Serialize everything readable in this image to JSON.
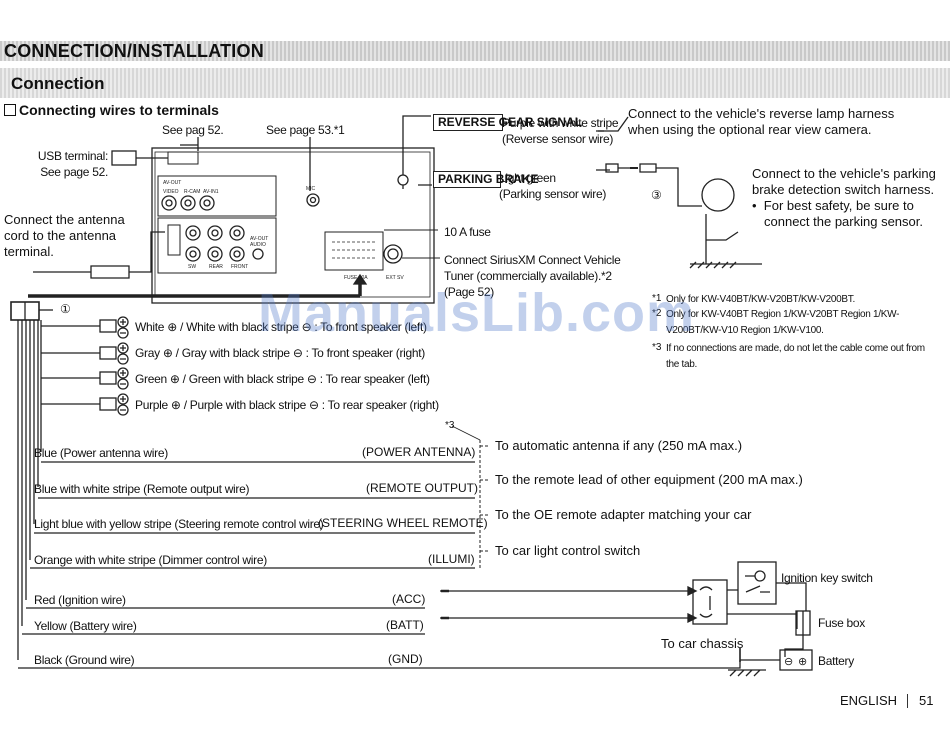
{
  "page": {
    "title": "CONNECTION/INSTALLATION",
    "section": "Connection",
    "subsection": "Connecting wires to terminals",
    "footer_language": "ENGLISH",
    "footer_page": "51",
    "watermark": "ManualsLib.com"
  },
  "unit": {
    "see_page_52": "See pag 52.",
    "see_page_53": "See page 53.*1",
    "usb_terminal": "USB terminal: See page 52.",
    "antenna": "Connect the antenna cord to the antenna terminal.",
    "fuse": "10 A fuse",
    "siriusxm": "Connect SiriusXM Connect Vehicle Tuner (commercially available).*2 (Page 52)",
    "circle_1": "①",
    "circle_3": "③",
    "panel_labels": {
      "av_out": "AV-OUT",
      "video": "VIDEO",
      "r_cam": "R-CAM",
      "av_in": "AV-IN1",
      "mic": "MIC",
      "sw": "SW",
      "rear": "REAR",
      "front": "FRONT",
      "av_out_audio": "AV-OUT AUDIO",
      "fuse_10a": "FUSE 10A",
      "ext_sv": "EXT SV"
    }
  },
  "signals": {
    "reverse": {
      "label": "REVERSE GEAR SIGNAL",
      "wire": "Purple with white stripe",
      "wire_note": "(Reverse sensor wire)",
      "desc": "Connect to the vehicle's reverse lamp harness when using the optional rear view camera."
    },
    "parking": {
      "label": "PARKING BRAKE",
      "wire": "Light green",
      "wire_note": "(Parking sensor wire)",
      "desc": "Connect to the vehicle's parking brake detection switch harness.",
      "bullet": "For best safety, be sure to connect the parking sensor."
    }
  },
  "footnotes": [
    {
      "mark": "*1",
      "text": "Only for KW-V40BT/KW-V20BT/KW-V200BT."
    },
    {
      "mark": "*2",
      "text": "Only for KW-V40BT Region 1/KW-V20BT Region 1/KW-V200BT/KW-V10 Region 1/KW-V100."
    },
    {
      "mark": "*3",
      "text": "If no connections are made, do not let the cable come out from the tab."
    }
  ],
  "speakers": [
    {
      "label": "White ⊕ / White with black stripe ⊖ : To front speaker (left)"
    },
    {
      "label": "Gray ⊕ / Gray with black stripe ⊖ : To front speaker (right)"
    },
    {
      "label": "Green ⊕ / Green with black stripe ⊖ : To rear speaker (left)"
    },
    {
      "label": "Purple ⊕ / Purple with black stripe ⊖ : To rear speaker (right)"
    }
  ],
  "star3": "*3",
  "wires": [
    {
      "name": "Blue (Power antenna wire)",
      "func": "(POWER ANTENNA)",
      "dest": "To automatic antenna if any (250 mA max.)"
    },
    {
      "name": "Blue with white stripe (Remote output wire)",
      "func": "(REMOTE OUTPUT)",
      "dest": "To the remote lead of other equipment (200 mA max.)"
    },
    {
      "name": "Light blue with yellow stripe (Steering remote control wire)",
      "func": "(STEERING WHEEL REMOTE)",
      "dest": "To the OE remote adapter matching your car"
    },
    {
      "name": "Orange with white stripe (Dimmer control wire)",
      "func": "(ILLUMI)",
      "dest": "To car light control switch"
    },
    {
      "name": "Red (Ignition wire)",
      "func": "(ACC)",
      "dest": ""
    },
    {
      "name": "Yellow (Battery wire)",
      "func": "(BATT)",
      "dest": ""
    },
    {
      "name": "Black (Ground wire)",
      "func": "(GND)",
      "dest": ""
    }
  ],
  "power": {
    "ignition": "Ignition key switch",
    "fuse_box": "Fuse box",
    "battery": "Battery",
    "chassis": "To car chassis"
  }
}
